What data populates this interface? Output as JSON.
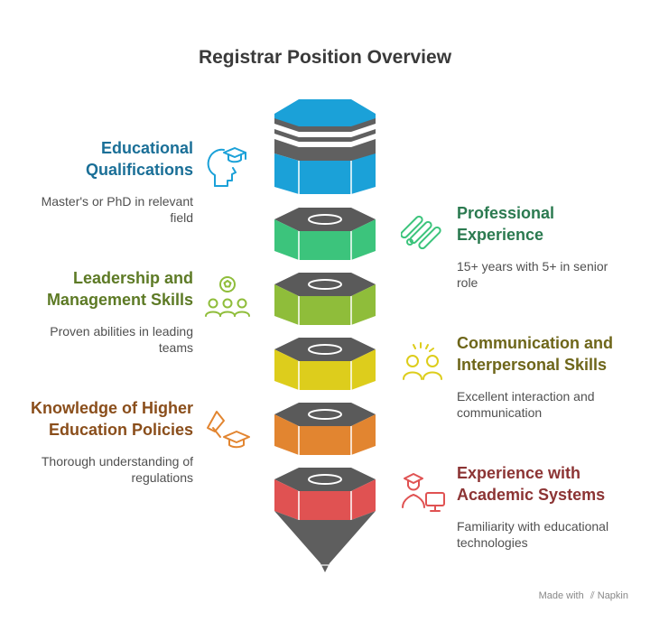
{
  "title": "Registrar Position Overview",
  "items": [
    {
      "title": "Educational\nQualifications",
      "desc": "Master's or PhD in relevant\nfield",
      "color": "#1ba1d8",
      "side": "left",
      "icon": "head-graduation-cap-icon"
    },
    {
      "title": "Professional\nExperience",
      "desc": "15+ years with 5+ in senior\nrole",
      "color": "#3cc47c",
      "side": "right",
      "icon": "stacked-bars-icon"
    },
    {
      "title": "Leadership and\nManagement Skills",
      "desc": "Proven abilities in leading\nteams",
      "color": "#8fbd3a",
      "side": "left",
      "icon": "team-ball-icon"
    },
    {
      "title": "Communication and\nInterpersonal Skills",
      "desc": "Excellent interaction and\ncommunication",
      "color": "#ddcd1c",
      "side": "right",
      "icon": "people-talking-icon"
    },
    {
      "title": "Knowledge of Higher\nEducation Policies",
      "desc": "Thorough understanding of\nregulations",
      "color": "#e28530",
      "side": "left",
      "icon": "gavel-graduation-cap-icon"
    },
    {
      "title": "Experience with\nAcademic Systems",
      "desc": "Familiarity with educational\ntechnologies",
      "color": "#e05252",
      "side": "right",
      "icon": "student-computer-icon"
    }
  ],
  "footer": {
    "made_with": "Made with",
    "brand": "Napkin"
  }
}
